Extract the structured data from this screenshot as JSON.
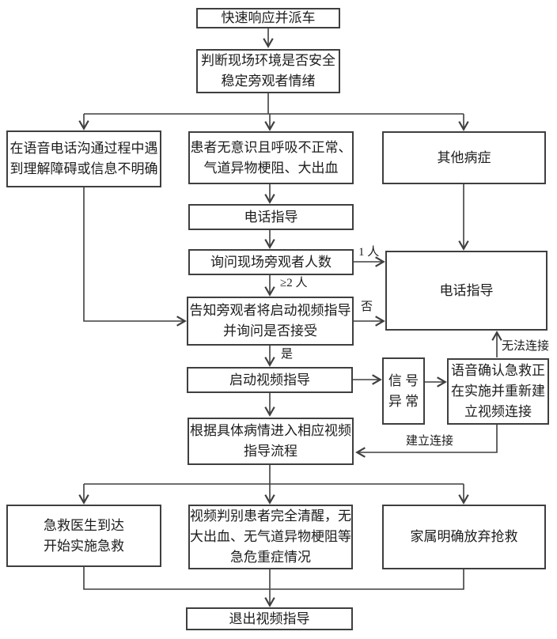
{
  "diagram": {
    "type": "flowchart",
    "language": "zh",
    "colors": {
      "background": "#ffffff",
      "line": "#3f3f3f",
      "box_border": "#3f3f3f",
      "text": "#1c1c1c"
    },
    "nodes": {
      "dispatch": {
        "lines": [
          "快速响应并派车"
        ]
      },
      "assess": {
        "lines": [
          "判断现场环境是否安全",
          "稳定旁观者情绪"
        ]
      },
      "comm_barrier": {
        "lines": [
          "在语音电话沟通过程中遇",
          "到理解障碍或信息不明确"
        ]
      },
      "critical": {
        "lines": [
          "患者无意识且呼吸不正常、",
          "气道异物梗阻、大出血"
        ]
      },
      "other": {
        "lines": [
          "其他病症"
        ]
      },
      "phone_small": {
        "lines": [
          "电话指导"
        ]
      },
      "ask_count": {
        "lines": [
          "询问现场旁观者人数"
        ]
      },
      "inform_video": {
        "lines": [
          "告知旁观者将启动视频指导",
          "并询问是否接受"
        ]
      },
      "phone_big": {
        "lines": [
          "电话指导"
        ]
      },
      "start_video": {
        "lines": [
          "启动视频指导"
        ]
      },
      "signal_abnormal": {
        "lines": [
          "信 号",
          "异 常"
        ]
      },
      "voice_confirm": {
        "lines": [
          "语音确认急救正",
          "在实施并重新建",
          "立视频连接"
        ]
      },
      "enter_flow": {
        "lines": [
          "根据具体病情进入相应视频",
          "指导流程"
        ]
      },
      "doctor_arrive": {
        "lines": [
          "急救医生到达",
          "开始实施急救"
        ]
      },
      "patient_awake": {
        "lines": [
          "视频判别患者完全清醒，无",
          "大出血、无气道异物梗阻等",
          "急危重症情况"
        ]
      },
      "family_giveup": {
        "lines": [
          "家属明确放弃抢救"
        ]
      },
      "exit_video": {
        "lines": [
          "退出视频指导"
        ]
      }
    },
    "edge_labels": {
      "one_person": "1 人",
      "ge_two": "≥2 人",
      "no": "否",
      "yes": "是",
      "cannot_connect": "无法连接",
      "connected": "建立连接"
    }
  }
}
